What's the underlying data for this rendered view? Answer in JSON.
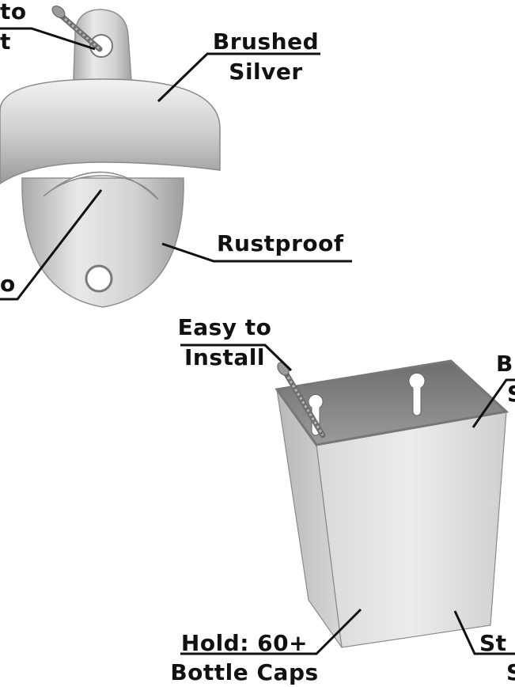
{
  "labels": {
    "easy_to_install_top_line1": "to",
    "easy_to_install_top_line2": "t",
    "brushed_silver_line1": "Brushed",
    "brushed_silver_line2": "Silver",
    "rustproof": "Rustproof",
    "left_cut_label": "o",
    "easy_to_install_line1": "Easy to",
    "easy_to_install_line2": "Install",
    "right_cut_label_top1": "B",
    "right_cut_label_top2": "S",
    "hold_line1": "Hold: 60+",
    "hold_line2": "Bottle Caps",
    "right_cut_label_bottom1": "St",
    "right_cut_label_bottom2": "S"
  },
  "objects": {
    "opener": "wall-mounted-bottle-opener",
    "catcher": "bottle-cap-catcher-box",
    "screw_top": "screw",
    "screw_bottom": "screw"
  },
  "colors": {
    "background": "#ffffff",
    "text": "#111111",
    "leader_line": "#111111",
    "metal_light": "#e6e6e6",
    "metal_mid": "#c4c4c4",
    "metal_dark": "#8c8c8c"
  }
}
